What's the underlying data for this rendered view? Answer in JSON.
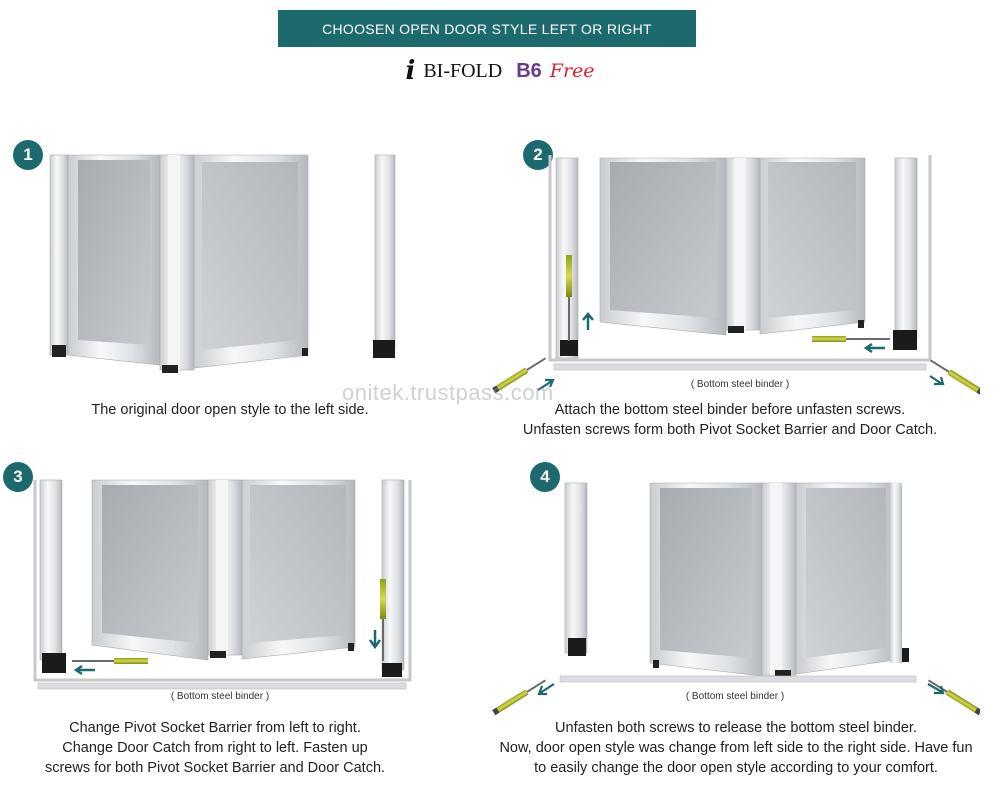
{
  "header": {
    "title": "CHOOSEN OPEN DOOR STYLE LEFT OR RIGHT",
    "product_logo": "i",
    "product_name": "BI-FOLD",
    "product_model": "B6",
    "product_badge": "Free"
  },
  "watermark": "onitek.trustpass.com",
  "steps": [
    {
      "number": "1",
      "caption": [
        "The original door open style to the left side."
      ]
    },
    {
      "number": "2",
      "binder_label": "( Bottom steel binder )",
      "caption": [
        "Attach the bottom steel binder before unfasten screws.",
        "Unfasten screws form both Pivot Socket Barrier and Door Catch."
      ]
    },
    {
      "number": "3",
      "binder_label": "( Bottom steel binder )",
      "caption": [
        "Change Pivot Socket Barrier from left to right.",
        "Change Door Catch from right to left. Fasten up",
        "screws for both Pivot Socket Barrier and Door Catch."
      ]
    },
    {
      "number": "4",
      "binder_label": "( Bottom steel binder )",
      "caption": [
        "Unfasten both screws to release the bottom steel binder.",
        "Now, door open style was change from left side to the right side. Have fun",
        "to easily change the door open style according to your comfort."
      ]
    }
  ],
  "colors": {
    "accent": "#1d6a6e",
    "model": "#6b3a8c",
    "badge": "#d9232e",
    "arrow": "#1d6a6e"
  }
}
